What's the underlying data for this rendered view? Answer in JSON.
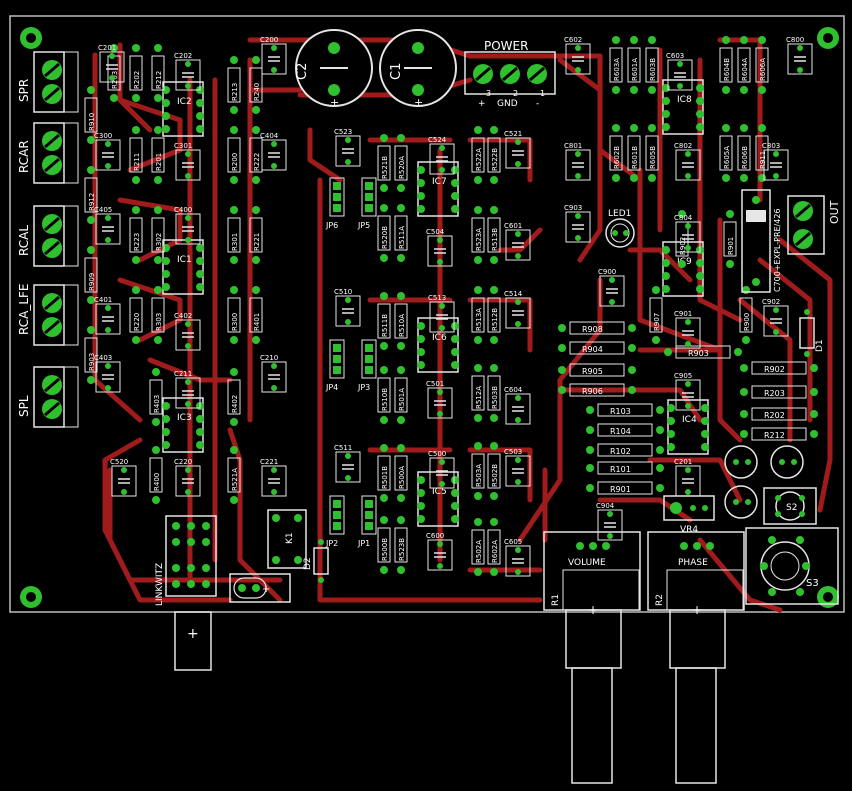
{
  "colors": {
    "background": "#000000",
    "trace": "#a01c1c",
    "pad": "#2fbf2f",
    "silkscreen": "#e6e6e6",
    "outline": "#bdbdbd"
  },
  "labels": {
    "power": "POWER",
    "gnd": "GND",
    "plus": "+",
    "minus": "-",
    "pin1": "1",
    "pin2": "2",
    "pin3": "3",
    "volume": "VOLUME",
    "phase": "PHASE",
    "out": "OUT",
    "linkwitz": "LINKWITZ"
  },
  "connectors": [
    {
      "name": "SPR"
    },
    {
      "name": "RCAR"
    },
    {
      "name": "RCAL"
    },
    {
      "name": "RCA_LFE"
    },
    {
      "name": "SPL"
    }
  ],
  "big_caps": [
    {
      "name": "C2"
    },
    {
      "name": "C1"
    }
  ],
  "ics": [
    {
      "name": "IC2"
    },
    {
      "name": "IC1"
    },
    {
      "name": "IC3"
    },
    {
      "name": "IC7"
    },
    {
      "name": "IC6"
    },
    {
      "name": "IC5"
    },
    {
      "name": "IC8"
    },
    {
      "name": "IC9"
    },
    {
      "name": "IC4"
    }
  ],
  "jumpers": [
    {
      "name": "JP6"
    },
    {
      "name": "JP5"
    },
    {
      "name": "JP4"
    },
    {
      "name": "JP3"
    },
    {
      "name": "JP2"
    },
    {
      "name": "JP1"
    }
  ],
  "pots": [
    {
      "name": "R1",
      "label": "VOLUME"
    },
    {
      "name": "R2",
      "label": "PHASE"
    }
  ],
  "misc": {
    "led": "LED1",
    "relay": "K1",
    "diode1": "D1",
    "diode2": "D2",
    "switch_s2": "S2",
    "switch_s3": "S3",
    "vr4": "VR4",
    "c700": "C700+EXPL-PRE/426",
    "r900": "R900",
    "r1": "R1",
    "r2": "R2"
  },
  "resistors": [
    "R203",
    "R202",
    "R212",
    "R213",
    "R240",
    "R211",
    "R201",
    "R200",
    "R222",
    "R223",
    "R302",
    "R301",
    "R221",
    "R220",
    "R303",
    "R300",
    "R401",
    "R403",
    "R400",
    "R402",
    "R521A",
    "R521B",
    "R520A",
    "R520B",
    "R511A",
    "R511B",
    "R510A",
    "R510B",
    "R501A",
    "R501B",
    "R500A",
    "R500B",
    "R523B",
    "R522A",
    "R522B",
    "R523A",
    "R513B",
    "R513A",
    "R512B",
    "R512A",
    "R503B",
    "R503A",
    "R502B",
    "R502A",
    "R602A",
    "R603A",
    "R601A",
    "R603B",
    "R602B",
    "R601B",
    "R605B",
    "R604B",
    "R604A",
    "R606A",
    "R605A",
    "R606B",
    "R911",
    "R910",
    "R912",
    "R909",
    "R903",
    "R902",
    "R907",
    "R901",
    "R900",
    "R908",
    "R904",
    "R905",
    "R906",
    "R103",
    "R104",
    "R102",
    "R101",
    "R901",
    "R903",
    "R902"
  ],
  "caps": [
    "C201",
    "C202",
    "C200",
    "C300",
    "C301",
    "C404",
    "C405",
    "C400",
    "C401",
    "C402",
    "C403",
    "C211",
    "C210",
    "C221",
    "C220",
    "C520",
    "C523",
    "C524",
    "C521",
    "C510",
    "C513",
    "C514",
    "C511",
    "C500",
    "C503",
    "C504",
    "C501",
    "C600",
    "C601",
    "C604",
    "C605",
    "C602",
    "C603",
    "C800",
    "C801",
    "C802",
    "C803",
    "C804",
    "C900",
    "C901",
    "C902",
    "C903",
    "C904",
    "C905"
  ]
}
